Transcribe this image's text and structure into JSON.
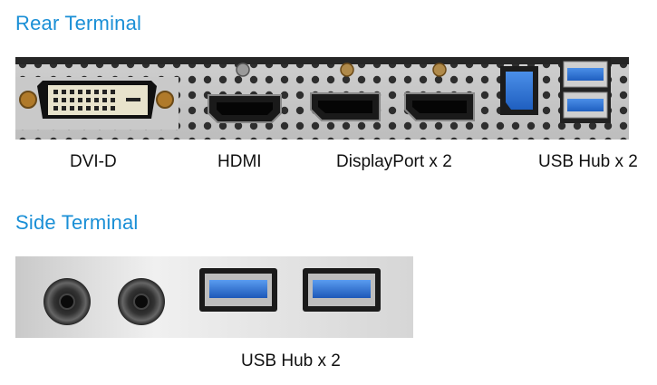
{
  "rear": {
    "title": "Rear Terminal",
    "ports": [
      {
        "label": "DVI-D",
        "icon": "dvi-d-port-icon"
      },
      {
        "label": "HDMI",
        "icon": "hdmi-port-icon"
      },
      {
        "label": "DisplayPort x 2",
        "icon": "displayport-icon"
      },
      {
        "label": "USB Hub x 2",
        "icon": "usb-port-icon"
      }
    ]
  },
  "side": {
    "title": "Side Terminal",
    "ports": [
      {
        "label": "USB Hub x 2",
        "icon": "usb-port-icon"
      }
    ]
  },
  "colors": {
    "heading": "#1a8fd6",
    "usb_blue": "#2f73d8",
    "panel_dark": "#2b2b2b",
    "panel_light": "#d9d9d9"
  }
}
